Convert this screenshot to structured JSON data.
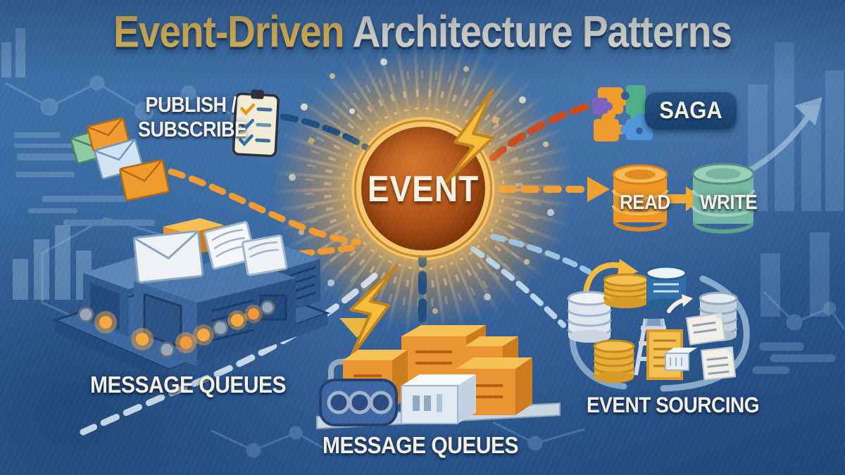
{
  "title": {
    "highlight": "Event-Driven",
    "rest": " Architecture Patterns"
  },
  "center": {
    "label": "EVENT"
  },
  "patterns": {
    "pub_sub": {
      "line1": "PUBLISH /",
      "line2": "SUBSCRIBE"
    },
    "saga": {
      "label": "SAGA"
    },
    "cqrs": {
      "read_label": "READ",
      "write_label": "WRITE"
    },
    "message_queues_left": {
      "label": "MESSAGE QUEUES"
    },
    "message_queues_center": {
      "label": "MESSAGE QUEUES"
    },
    "event_sourcing": {
      "label": "EVENT SOURCING"
    }
  },
  "icons": {
    "clipboard": "clipboard-checklist-icon",
    "envelopes": "envelope-icon",
    "puzzle": "puzzle-pieces-icon",
    "bolt": "lightning-bolt-icon",
    "read_db": "database-cylinder-icon",
    "write_db": "database-cylinder-icon",
    "queue_machine": "message-queue-machine-icon",
    "conveyor_boxes": "conveyor-boxes-icon",
    "event_sourcing": "event-sourcing-cycle-icon",
    "growth_arrow": "growth-arrow-icon",
    "network": "network-graph-icon",
    "bar_chart": "bar-chart-icon"
  },
  "colors": {
    "background_blue": "#2f5f96",
    "title_gold": "#f1c24f",
    "title_cream": "#f4eedd",
    "event_core_orange": "#a8490f",
    "ring_gold": "#f3c76d",
    "navy_dash": "#1d4e7f",
    "orange_dash": "#f09b30",
    "red_dash": "#cd4a1c",
    "light_blue_dash": "#9cc2e2",
    "white_dash": "#e3edf5",
    "read_cylinder_orange": "#f09a28",
    "write_cylinder_teal": "#74b7a2",
    "saga_badge_navy": "#1c4677",
    "box_orange": "#e8932e",
    "machine_blue": "#35619a",
    "coin_gold": "#f2c050"
  }
}
